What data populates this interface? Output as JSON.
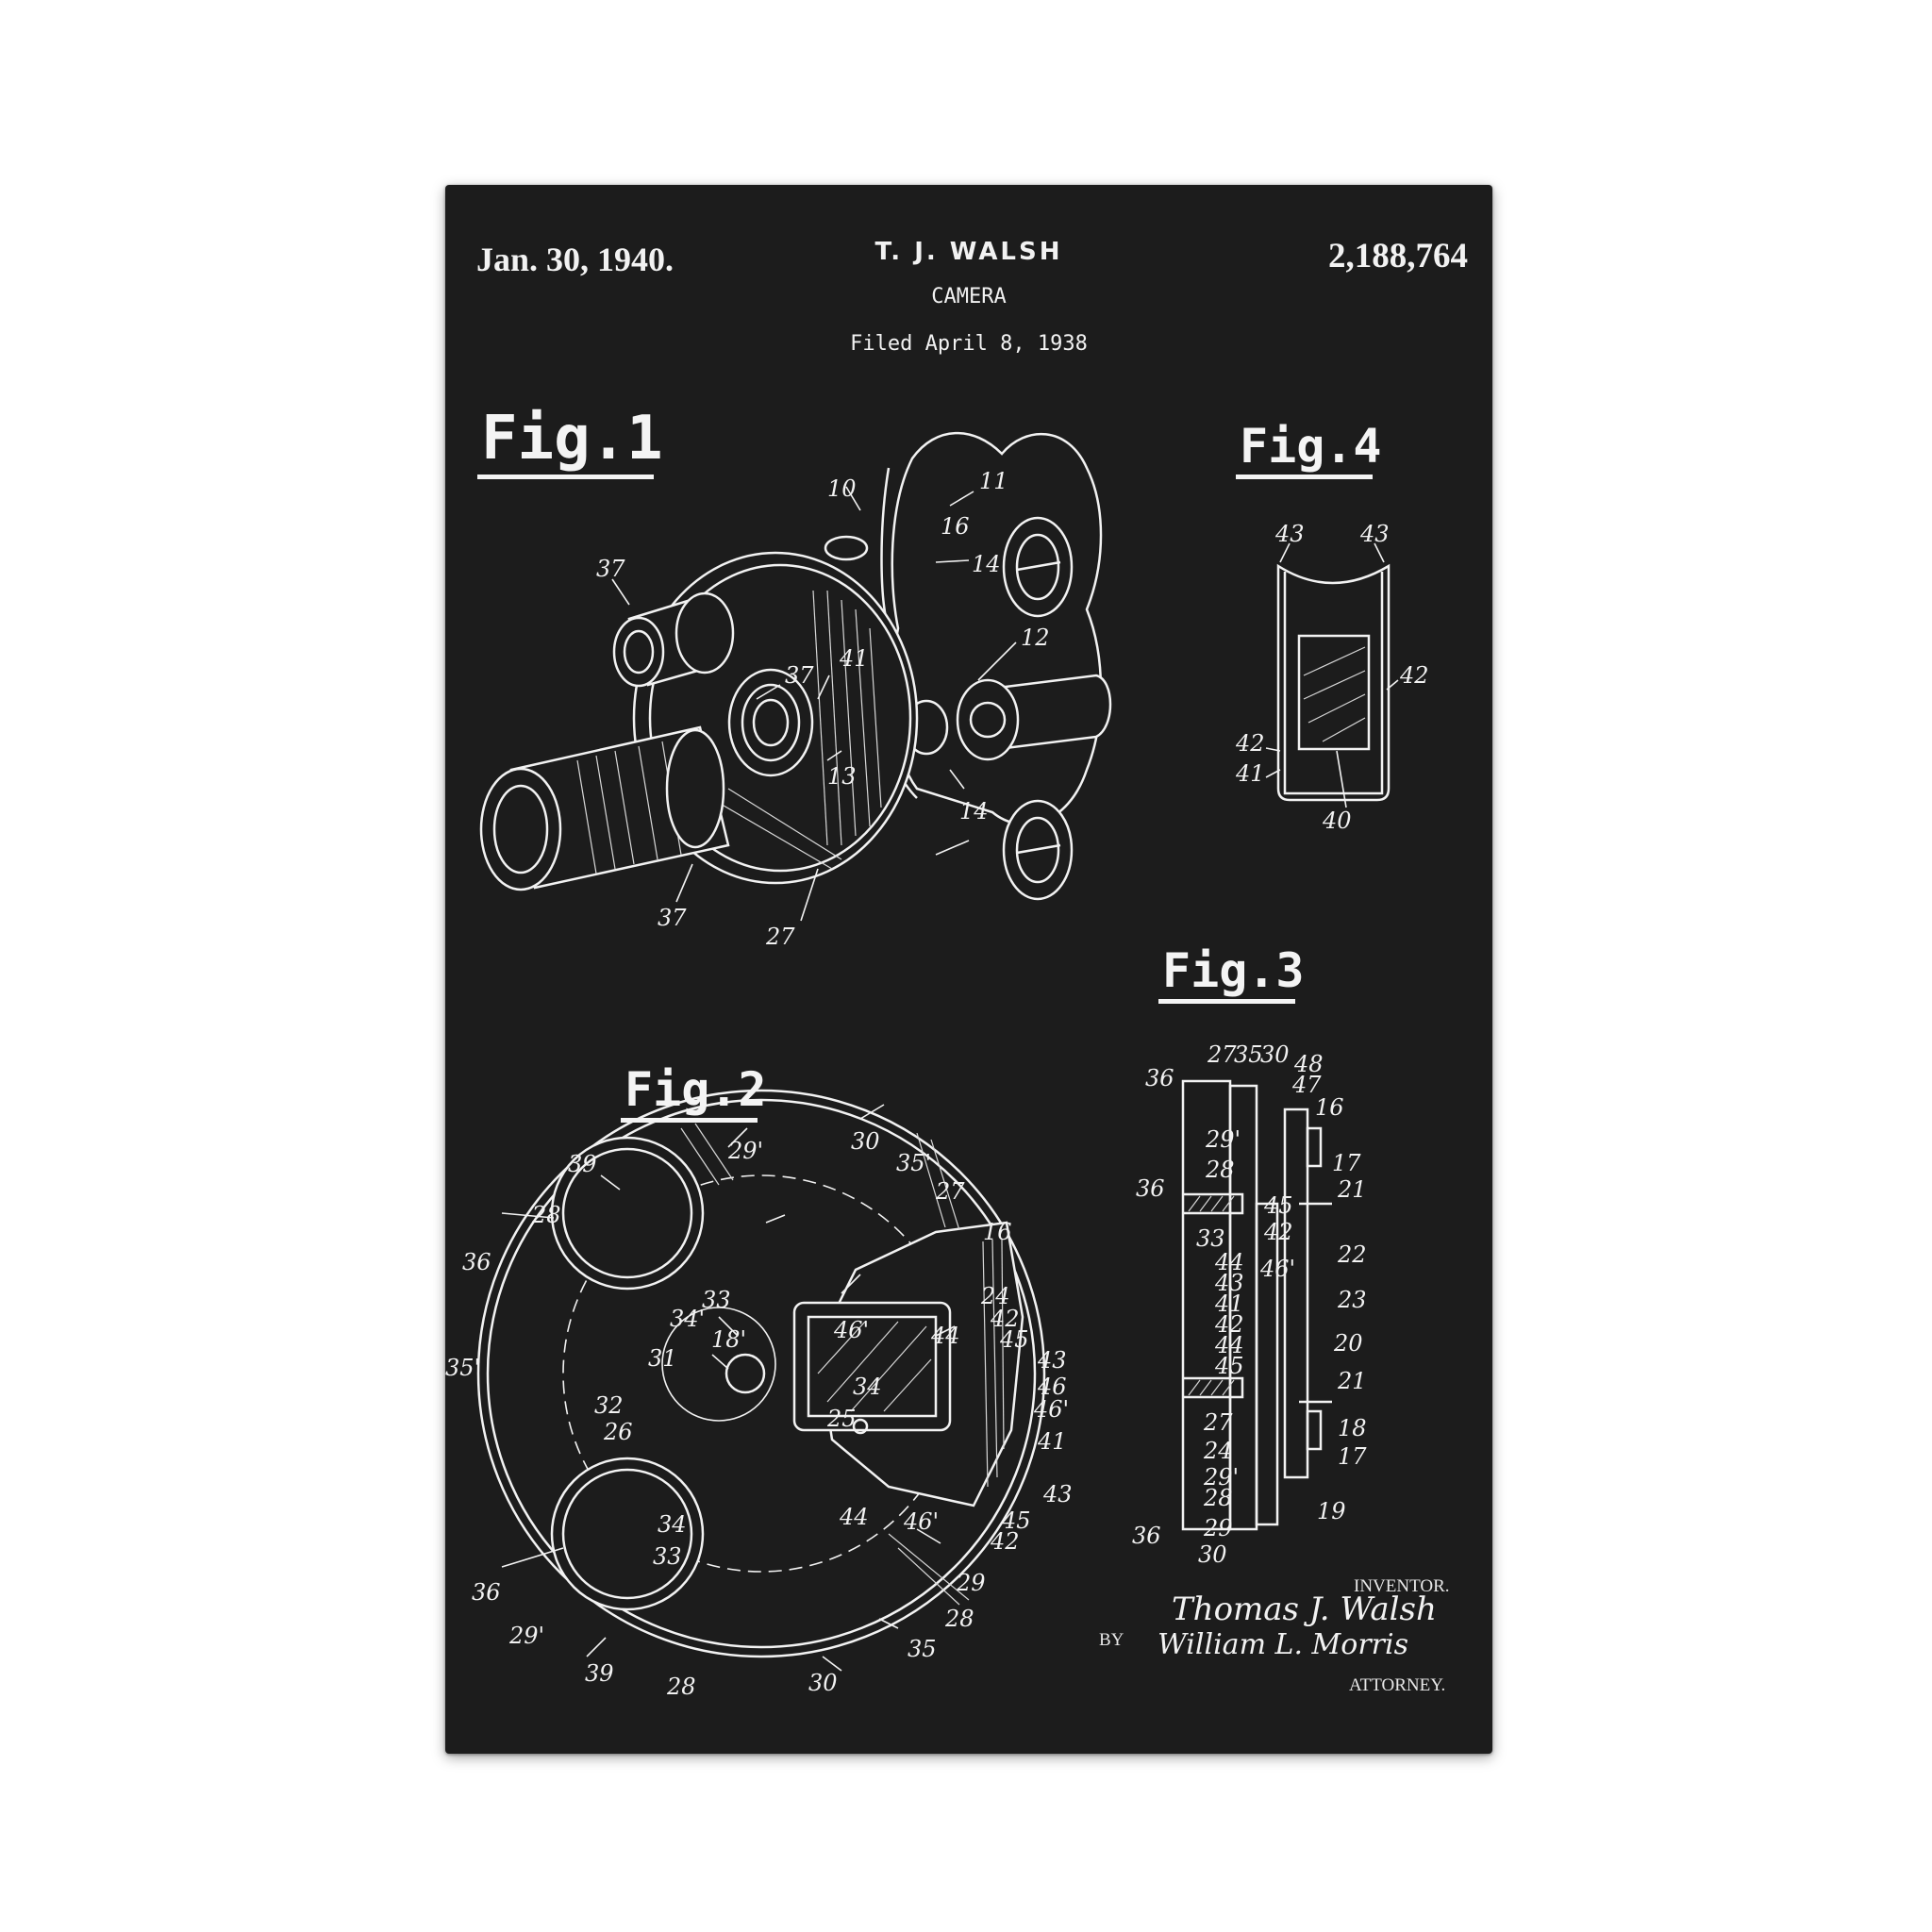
{
  "header": {
    "date": "Jan. 30, 1940.",
    "inventor_name": "T. J. WALSH",
    "title": "CAMERA",
    "filed": "Filed April 8, 1938",
    "patent_number": "2,188,764"
  },
  "figures": {
    "fig1": {
      "label": "Fig.1",
      "refs": [
        "10",
        "11",
        "16",
        "14",
        "37",
        "12",
        "41",
        "37",
        "13",
        "14",
        "37",
        "27"
      ]
    },
    "fig4": {
      "label": "Fig.4",
      "refs": [
        "43",
        "43",
        "42",
        "42",
        "41",
        "40"
      ]
    },
    "fig3": {
      "label": "Fig.3",
      "refs": [
        "27",
        "35",
        "30",
        "48",
        "47",
        "16",
        "36",
        "29'",
        "28",
        "17",
        "21",
        "36",
        "45",
        "42",
        "22",
        "33",
        "44",
        "43",
        "46'",
        "23",
        "41",
        "42",
        "20",
        "44",
        "45",
        "21",
        "27",
        "18",
        "24",
        "17",
        "29'",
        "28",
        "19",
        "36",
        "29",
        "30"
      ]
    },
    "fig2": {
      "label": "Fig.2",
      "refs": [
        "29'",
        "30",
        "35'",
        "39",
        "27",
        "28",
        "16",
        "36",
        "33",
        "34'",
        "24",
        "42",
        "46'",
        "44",
        "45",
        "18'",
        "31",
        "43",
        "46",
        "32",
        "34",
        "46'",
        "25",
        "26",
        "41",
        "43",
        "44",
        "46'",
        "45",
        "42",
        "34",
        "33",
        "29",
        "36",
        "28",
        "35",
        "29'",
        "39",
        "28",
        "30",
        "35'"
      ]
    }
  },
  "signatures": {
    "inventor_label": "INVENTOR.",
    "inventor_signature": "Thomas J. Walsh",
    "by_label": "BY",
    "attorney_signature": "William L. Morris",
    "attorney_label": "ATTORNEY."
  },
  "colors": {
    "canvas": "#1c1c1c",
    "ink": "#f2f2f2",
    "background": "#ffffff"
  }
}
